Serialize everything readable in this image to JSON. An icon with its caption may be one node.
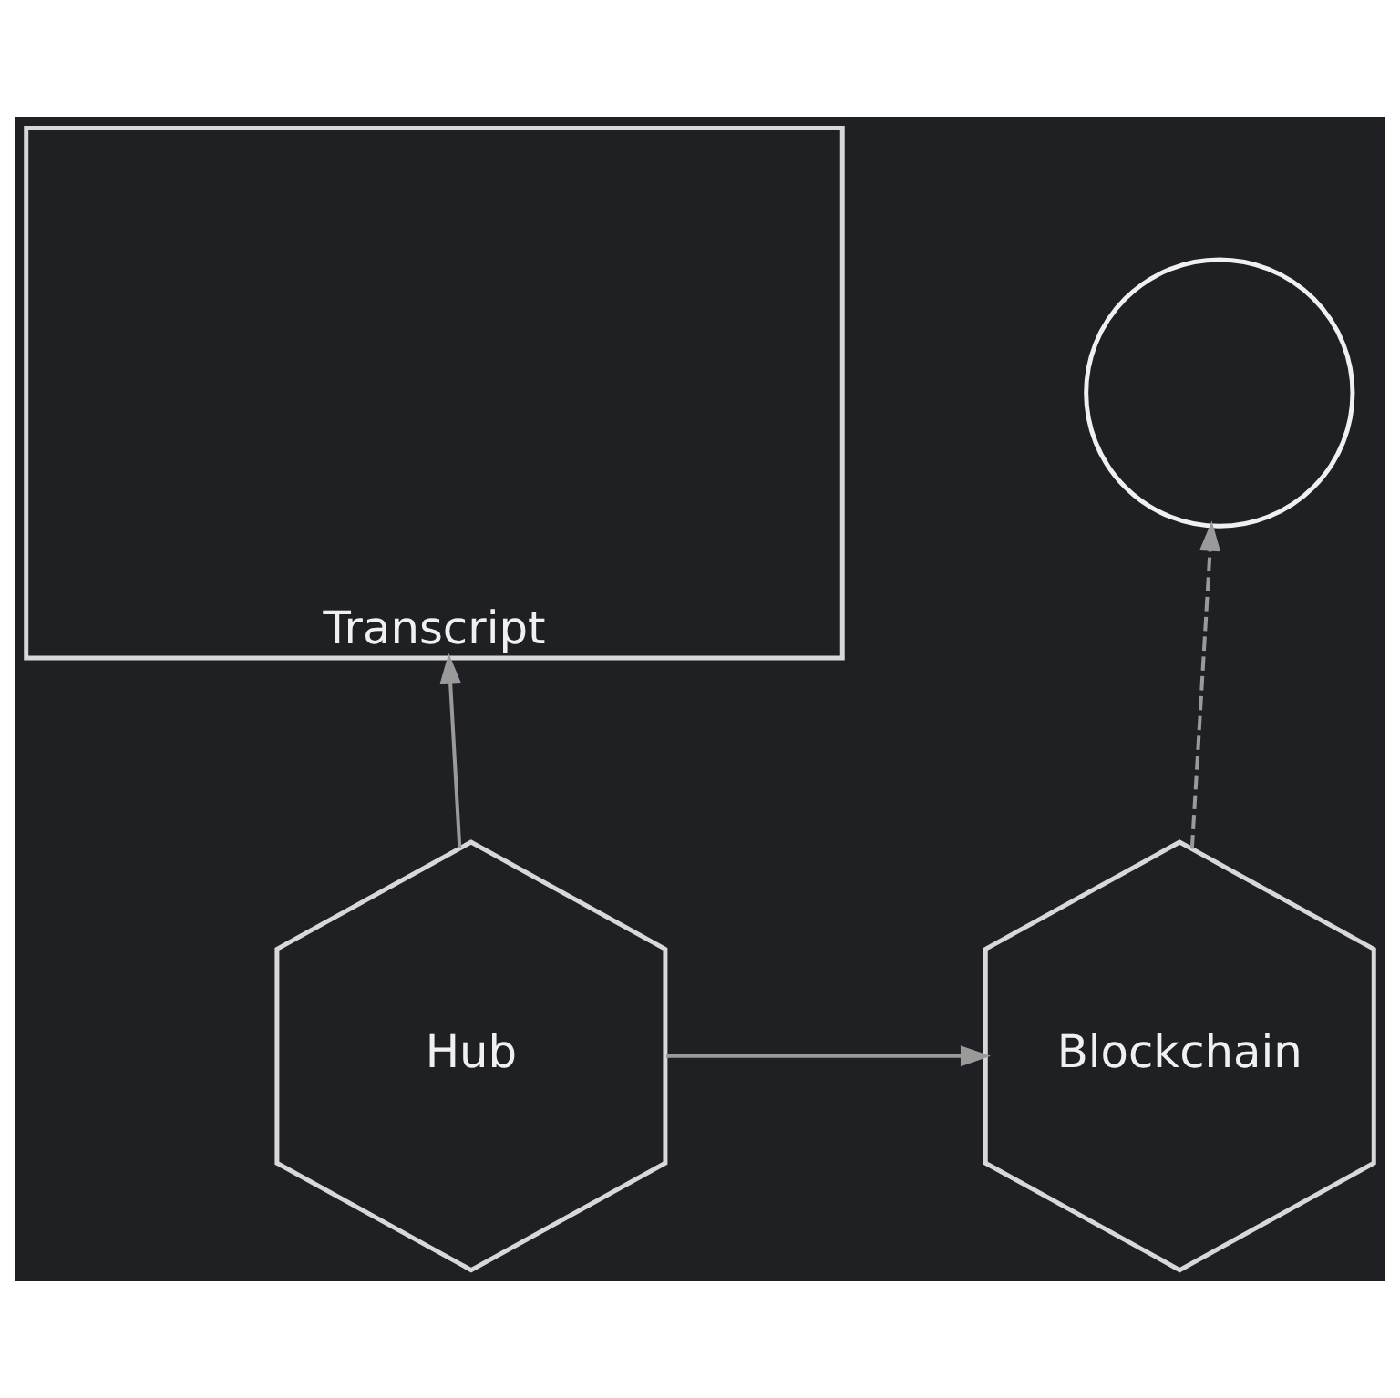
{
  "diagram": {
    "nodes": [
      {
        "text": [
          "Transcript"
        ]
      },
      {
        "text": [],
        "shape": "circle"
      },
      {
        "text": [
          "Hub"
        ]
      },
      {
        "text": [
          "Blockchain"
        ]
      }
    ],
    "edges": [
      {
        "from": 2,
        "to": 0,
        "arrow": "to"
      },
      {
        "from": 3,
        "to": 1,
        "arrow": "to",
        "style": "dashed"
      },
      {
        "from": 2,
        "to": 3,
        "arrow": "to"
      }
    ]
  }
}
